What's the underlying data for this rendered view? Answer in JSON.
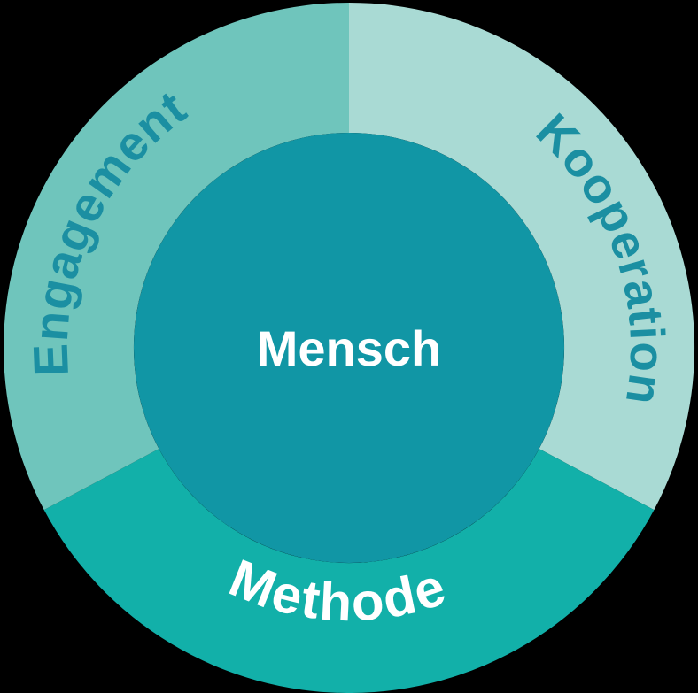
{
  "diagram": {
    "title": "ring-concept-diagram",
    "background_color": "#000000",
    "center": {
      "label": "Mensch",
      "bg_color": "#1196a5",
      "text_color": "#ffffff"
    },
    "segments": [
      {
        "id": "engagement",
        "label": "Engagement",
        "bg_color": "#6fc5bc",
        "text_color": "#1b8fa2",
        "position": "upper-left"
      },
      {
        "id": "kooperation",
        "label": "Kooperation",
        "bg_color": "#a9dad4",
        "text_color": "#1b8fa2",
        "position": "upper-right"
      },
      {
        "id": "methode",
        "label": "Methode",
        "bg_color": "#12b0a9",
        "text_color": "#ffffff",
        "position": "bottom"
      }
    ]
  }
}
